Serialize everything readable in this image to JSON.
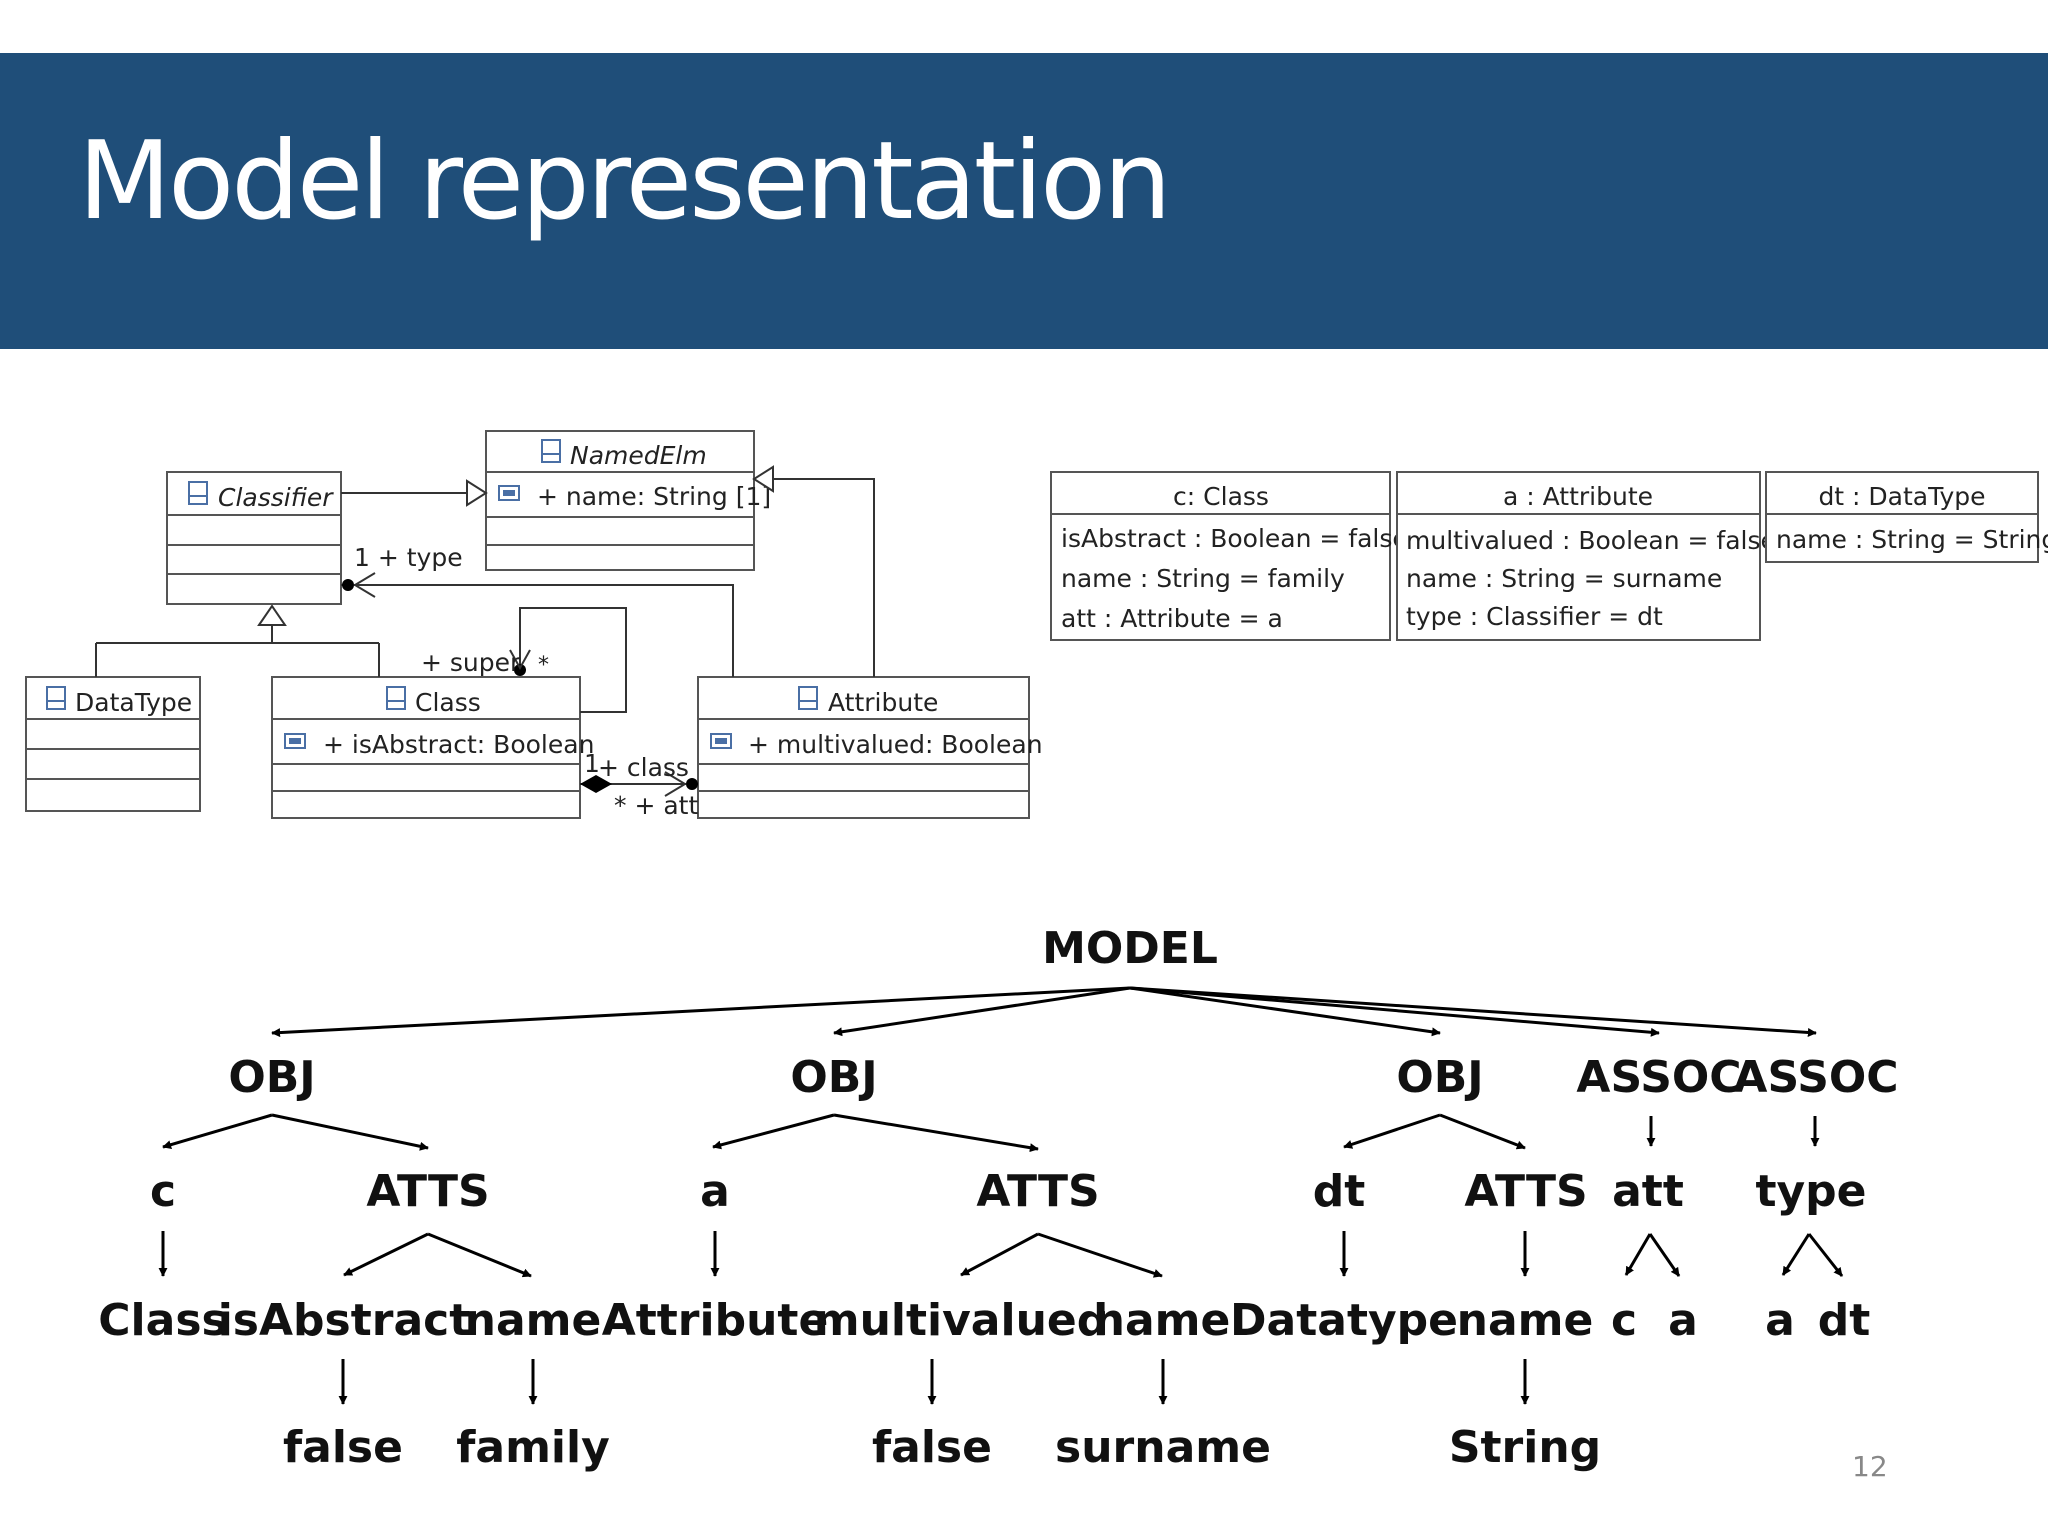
{
  "slide": {
    "title": "Model representation",
    "page_number": "12"
  },
  "uml_class_diagram": {
    "classes": [
      {
        "name": "NamedElm",
        "italic": true,
        "attributes": [
          "+ name: String [1]"
        ]
      },
      {
        "name": "Classifier",
        "italic": true,
        "attributes": []
      },
      {
        "name": "DataType",
        "italic": false,
        "attributes": []
      },
      {
        "name": "Class",
        "italic": false,
        "attributes": [
          "+ isAbstract: Boolean"
        ]
      },
      {
        "name": "Attribute",
        "italic": false,
        "attributes": [
          "+ multivalued: Boolean"
        ]
      }
    ],
    "association_labels": {
      "type_end": "1 + type",
      "super_end": "+ super",
      "super_mult": "*",
      "class_mult": "1",
      "class_end": "+ class",
      "att_end": "* + att"
    }
  },
  "object_diagram": [
    {
      "header": "c: Class",
      "slots": [
        "isAbstract : Boolean = false",
        "name : String = family",
        "att : Attribute = a"
      ]
    },
    {
      "header": "a : Attribute",
      "slots": [
        "multivalued : Boolean = false",
        "name : String = surname",
        "type : Classifier = dt"
      ]
    },
    {
      "header": "dt : DataType",
      "slots": [
        "name : String = String"
      ]
    }
  ],
  "tree": {
    "root": "MODEL",
    "level1": [
      "OBJ",
      "OBJ",
      "OBJ",
      "ASSOC",
      "ASSOC"
    ],
    "level2": [
      "c",
      "ATTS",
      "a",
      "ATTS",
      "dt",
      "ATTS",
      "att",
      "type"
    ],
    "level3": [
      "Class",
      "isAbstract",
      "name",
      "Attribute",
      "multivalued",
      "name",
      "Datatype",
      "name",
      "c",
      "a",
      "a",
      "dt"
    ],
    "level4": [
      "false",
      "family",
      "false",
      "surname",
      "String"
    ]
  },
  "colors": {
    "title_bar": "#1f4e79",
    "title_text": "#ffffff",
    "line": "#000000",
    "uml_box_border": "#555555",
    "icon_blue": "#4a6fa5"
  }
}
